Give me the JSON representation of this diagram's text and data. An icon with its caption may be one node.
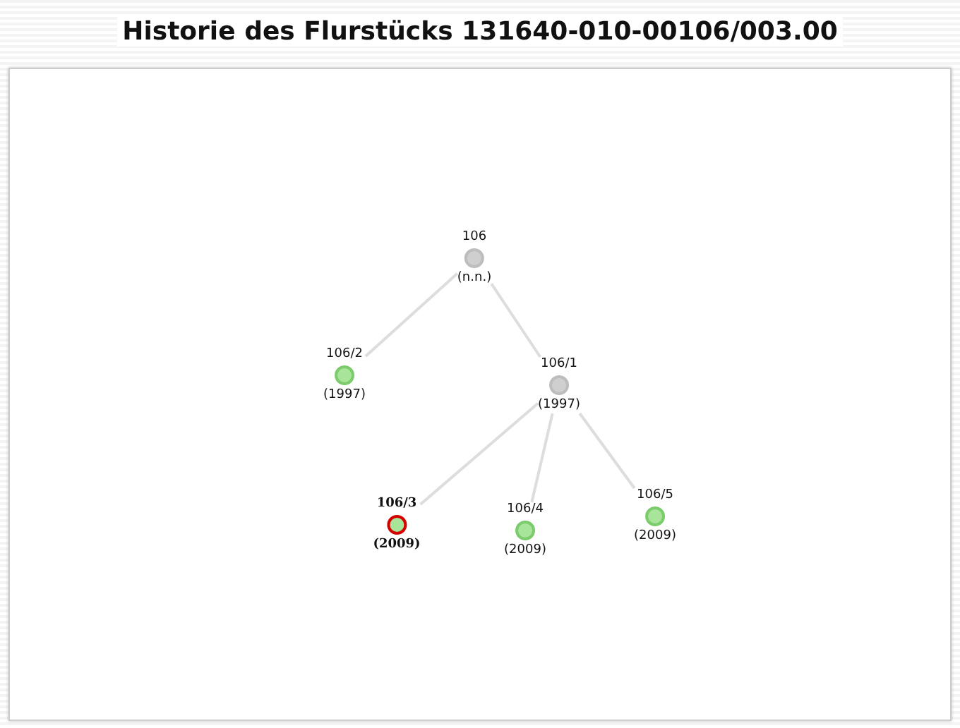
{
  "diagram": {
    "title": "Historie des Flurstücks 131640-010-00106/003.00",
    "nodes": [
      {
        "text": [
          "106",
          "(n.n.)"
        ]
      },
      {
        "text": [
          "106/2",
          "(1997)"
        ]
      },
      {
        "text": [
          "106/1",
          "(1997)"
        ]
      },
      {
        "text": [
          "106/3",
          "(2009)"
        ]
      },
      {
        "text": [
          "106/4",
          "(2009)"
        ]
      },
      {
        "text": [
          "106/5",
          "(2009)"
        ]
      }
    ],
    "edges": [
      {
        "from": 0,
        "to": 1,
        "arrow": "none"
      },
      {
        "from": 0,
        "to": 2,
        "arrow": "none"
      },
      {
        "from": 2,
        "to": 3,
        "arrow": "none"
      },
      {
        "from": 2,
        "to": 4,
        "arrow": "none"
      },
      {
        "from": 2,
        "to": 5,
        "arrow": "none"
      }
    ]
  }
}
